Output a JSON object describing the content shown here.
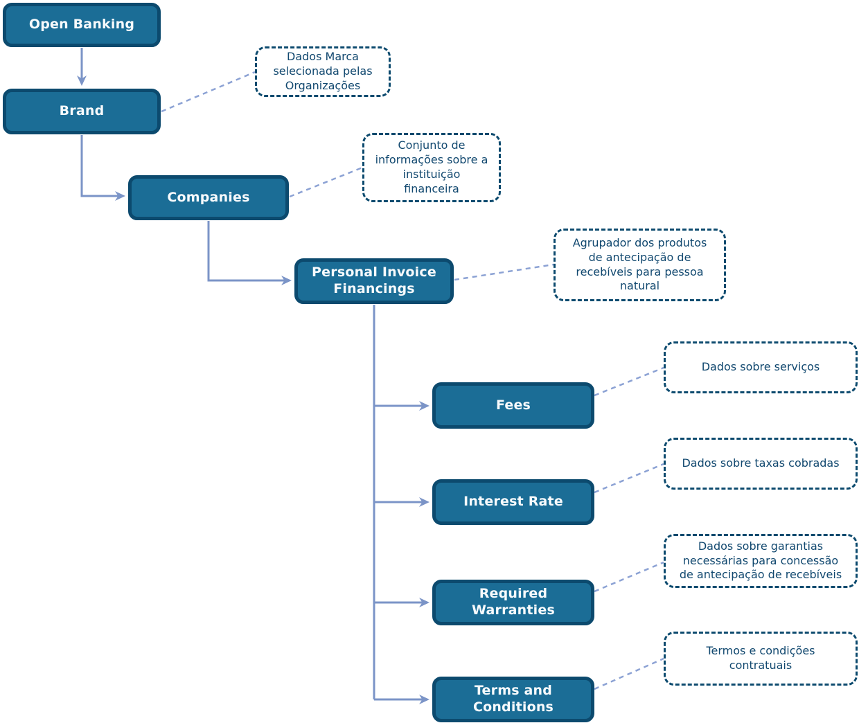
{
  "diagram": {
    "nodes": [
      {
        "id": "open-banking",
        "label": "Open Banking"
      },
      {
        "id": "brand",
        "label": "Brand"
      },
      {
        "id": "companies",
        "label": "Companies"
      },
      {
        "id": "personal-invoice-financings",
        "label": "Personal Invoice Financings"
      },
      {
        "id": "fees",
        "label": "Fees"
      },
      {
        "id": "interest-rate",
        "label": "Interest Rate"
      },
      {
        "id": "required-warranties",
        "label": "Required Warranties"
      },
      {
        "id": "terms-and-conditions",
        "label": "Terms and Conditions"
      }
    ],
    "notes": [
      {
        "for": "brand",
        "text": "Dados Marca\nselecionada pelas\nOrganizações"
      },
      {
        "for": "companies",
        "text": "Conjunto de\ninformações sobre a\ninstituição\nfinanceira"
      },
      {
        "for": "personal-invoice-financings",
        "text": "Agrupador dos produtos\nde antecipação de\nrecebíveis para pessoa\nnatural"
      },
      {
        "for": "fees",
        "text": "Dados sobre serviços"
      },
      {
        "for": "interest-rate",
        "text": "Dados sobre taxas cobradas"
      },
      {
        "for": "required-warranties",
        "text": "Dados sobre garantias\nnecessárias para concessão\nde antecipação de recebíveis"
      },
      {
        "for": "terms-and-conditions",
        "text": "Termos e condições\ncontratuais"
      }
    ],
    "edges": [
      {
        "from": "open-banking",
        "to": "brand"
      },
      {
        "from": "brand",
        "to": "companies"
      },
      {
        "from": "companies",
        "to": "personal-invoice-financings"
      },
      {
        "from": "personal-invoice-financings",
        "to": "fees"
      },
      {
        "from": "personal-invoice-financings",
        "to": "interest-rate"
      },
      {
        "from": "personal-invoice-financings",
        "to": "required-warranties"
      },
      {
        "from": "personal-invoice-financings",
        "to": "terms-and-conditions"
      }
    ],
    "colors": {
      "node_fill": "#1b6d96",
      "node_border": "#0c4a6e",
      "node_text": "#ffffff",
      "note_border": "#0c4a6e",
      "note_text": "#11486f",
      "solid_connector": "#7b94c7",
      "dashed_connector": "#8ca2d4",
      "background": "#ffffff"
    }
  }
}
